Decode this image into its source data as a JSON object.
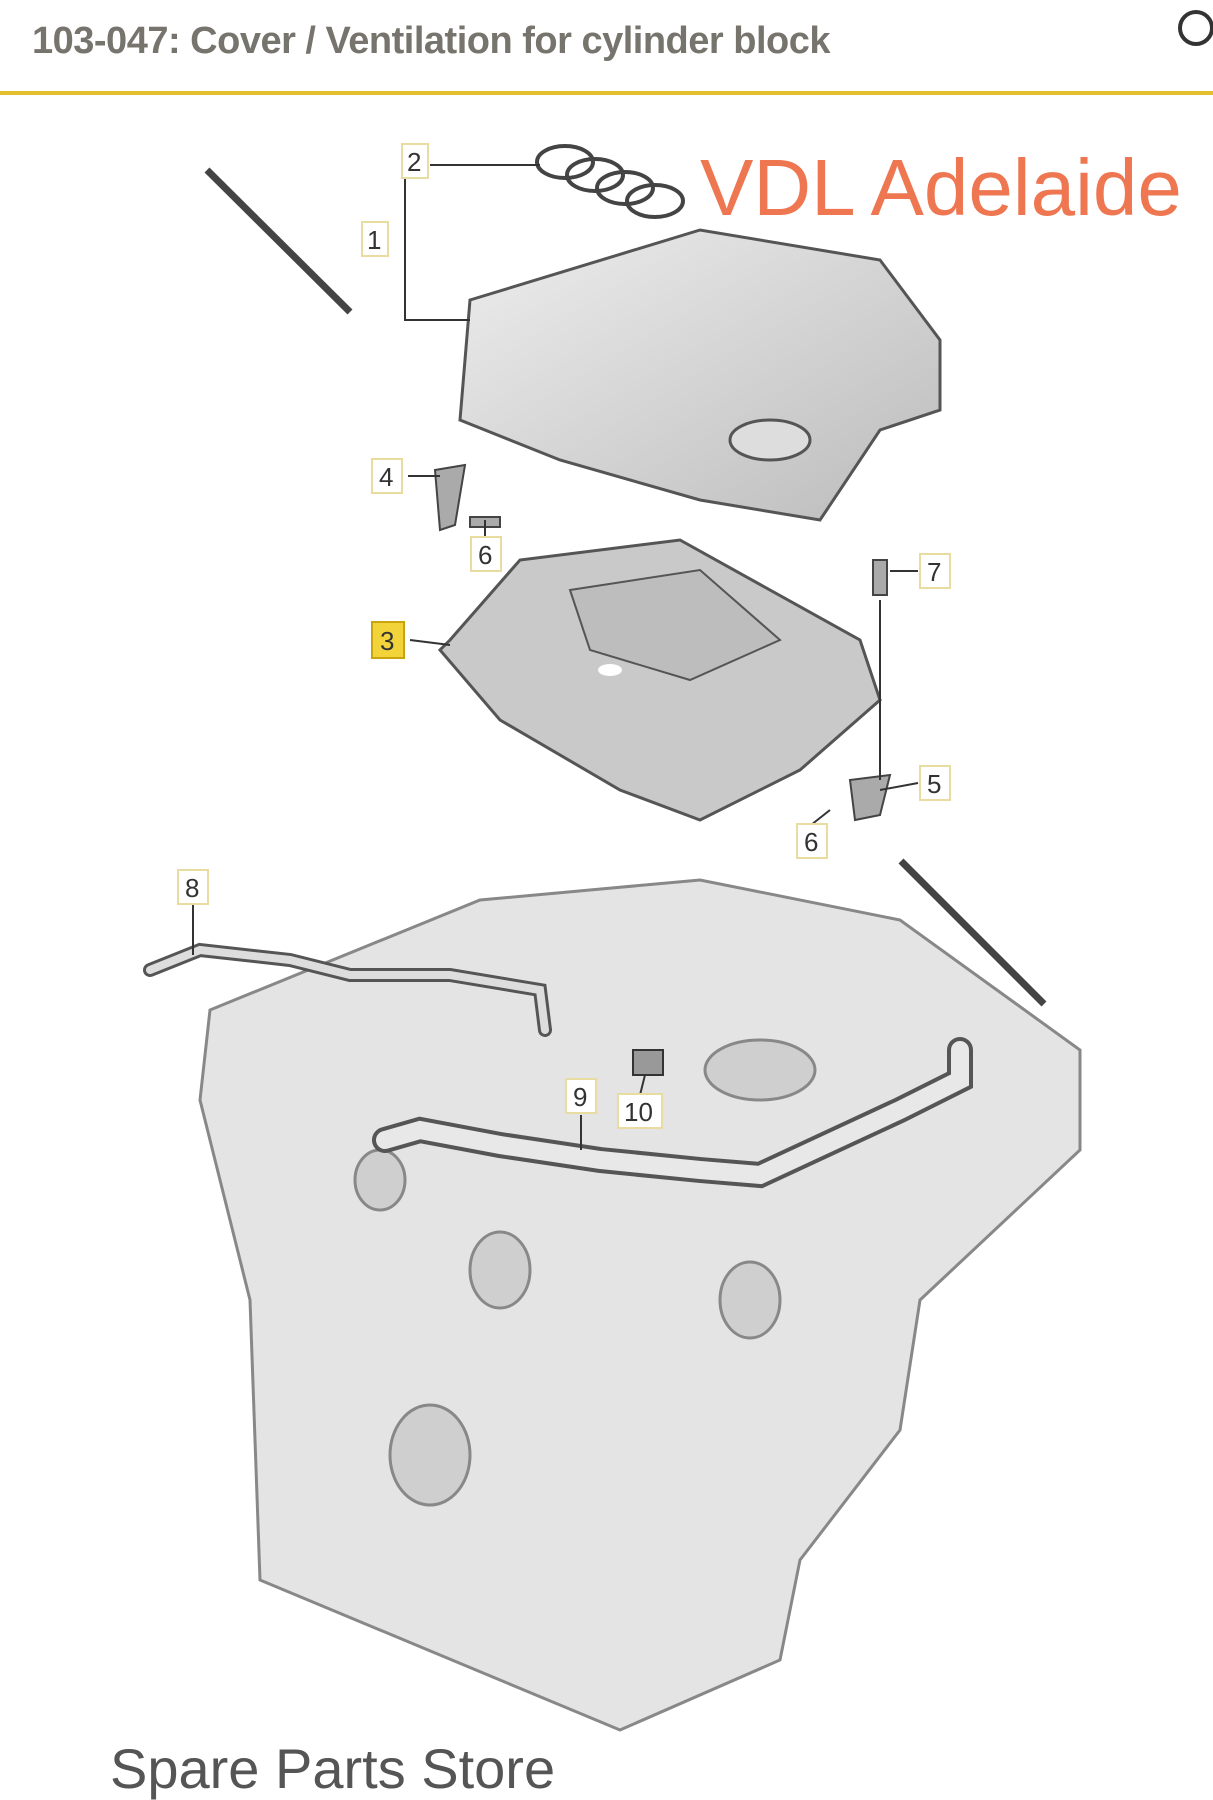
{
  "header": {
    "title": "103-047: Cover / Ventilation for cylinder block",
    "search_icon": "search-icon"
  },
  "accent_color": "#e3bf2b",
  "callouts": [
    {
      "id": "1",
      "label": "1",
      "highlighted": false
    },
    {
      "id": "2",
      "label": "2",
      "highlighted": false
    },
    {
      "id": "3",
      "label": "3",
      "highlighted": true
    },
    {
      "id": "4",
      "label": "4",
      "highlighted": false
    },
    {
      "id": "5",
      "label": "5",
      "highlighted": false
    },
    {
      "id": "6a",
      "label": "6",
      "highlighted": false
    },
    {
      "id": "6b",
      "label": "6",
      "highlighted": false
    },
    {
      "id": "7",
      "label": "7",
      "highlighted": false
    },
    {
      "id": "8",
      "label": "8",
      "highlighted": false
    },
    {
      "id": "9",
      "label": "9",
      "highlighted": false
    },
    {
      "id": "10",
      "label": "10",
      "highlighted": false
    }
  ],
  "watermark": {
    "line1": "VDL Adelaide",
    "line2": "Spare Parts Store",
    "color1": "#ee7752",
    "color2": "#555555"
  }
}
